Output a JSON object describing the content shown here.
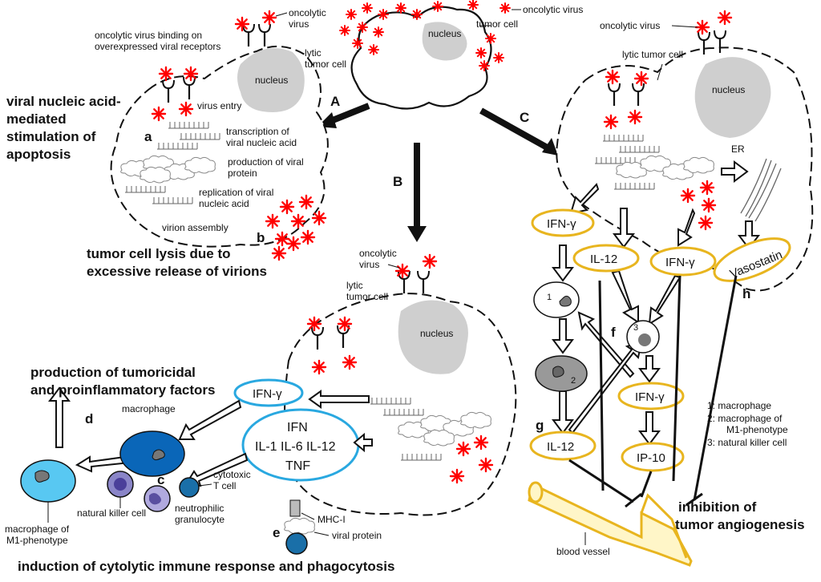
{
  "colors": {
    "virus": "#ff0000",
    "nucleus": "#cfcfcf",
    "blue_outline": "#29a8e0",
    "yellow_outline": "#e8b51f",
    "macrophage": "#0a66b8",
    "m1_macrophage": "#58c8f2",
    "nk_cell": "#8a85c8",
    "tcell": "#1a6fa8",
    "vessel_fill": "#fff6c8",
    "vessel_stroke": "#e8b51f"
  },
  "icons": [
    "oncolytic-virus-icon",
    "viral-receptor-icon",
    "nucleus-icon",
    "arrow-icon",
    "inhibition-icon",
    "blood-vessel-icon"
  ],
  "top": {
    "oncolytic_virus": "oncolytic virus",
    "tumor_cell": "tumor cell",
    "nucleus": "nucleus"
  },
  "branch_labels": {
    "a_arrow": "A",
    "b_arrow": "B",
    "c_arrow": "C"
  },
  "panel_a": {
    "oncolytic_virus_1": "oncolytic",
    "oncolytic_virus_2": "virus",
    "binding_1": "oncolytic virus binding on",
    "binding_2": "overexpressed viral receptors",
    "lytic_1": "lytic",
    "lytic_2": "tumor cell",
    "nucleus": "nucleus",
    "virus_entry": "virus entry",
    "transcription_1": "transcription of",
    "transcription_2": "viral nucleic acid",
    "production_1": "production of viral",
    "production_2": "protein",
    "replication_1": "replication of viral",
    "replication_2": "nucleic acid",
    "assembly": "virion assembly",
    "letter_a": "a",
    "letter_b": "b",
    "heading_1": "viral nucleic acid-",
    "heading_2": "mediated",
    "heading_3": "stimulation of",
    "heading_4": "apoptosis",
    "lysis_1": "tumor cell lysis due to",
    "lysis_2": "excessive release of virions"
  },
  "panel_b": {
    "oncolytic_1": "oncolytic",
    "oncolytic_2": "virus",
    "lytic_1": "lytic",
    "lytic_2": "tumor cell",
    "nucleus": "nucleus",
    "ifn_gamma": "IFN-γ",
    "cytokine_1": "IFN",
    "cytokine_2": "IL-1  IL-6  IL-12",
    "cytokine_3": "TNF",
    "production_1": "production of tumoricidal",
    "production_2": "and proinflammatory factors",
    "letter_d": "d",
    "letter_c": "c",
    "letter_e": "e",
    "macrophage": "macrophage",
    "m1_1": "macrophage of",
    "m1_2": "M1-phenotype",
    "nk": "natural killer cell",
    "neutro_1": "neutrophilic",
    "neutro_2": "granulocyte",
    "cyto_1": "cytotoxic",
    "cyto_2": "T cell",
    "mhc": "MHC-I",
    "viral_protein": "viral protein",
    "bottom": "induction of cytolytic immune response and phagocytosis"
  },
  "panel_c": {
    "oncolytic_virus": "oncolytic virus",
    "lytic": "lytic tumor cell",
    "nucleus": "nucleus",
    "er": "ER",
    "ifn_left": "IFN-γ",
    "il12_mid": "IL-12",
    "ifn_right": "IFN-γ",
    "vasostatin": "Vasostatin",
    "cell_1": "1",
    "cell_2": "2",
    "cell_3": "3",
    "letter_f": "f",
    "letter_g": "g",
    "letter_h": "h",
    "ifn_low": "IFN-γ",
    "il12_low": "IL-12",
    "ip10": "IP-10",
    "legend_1": "1:  macrophage",
    "legend_2a": "2:  macrophage of",
    "legend_2b": "M1-phenotype",
    "legend_3": "3:  natural killer cell",
    "inhibition_1": "inhibition of",
    "inhibition_2": "tumor angiogenesis",
    "blood_vessel": "blood vessel"
  }
}
